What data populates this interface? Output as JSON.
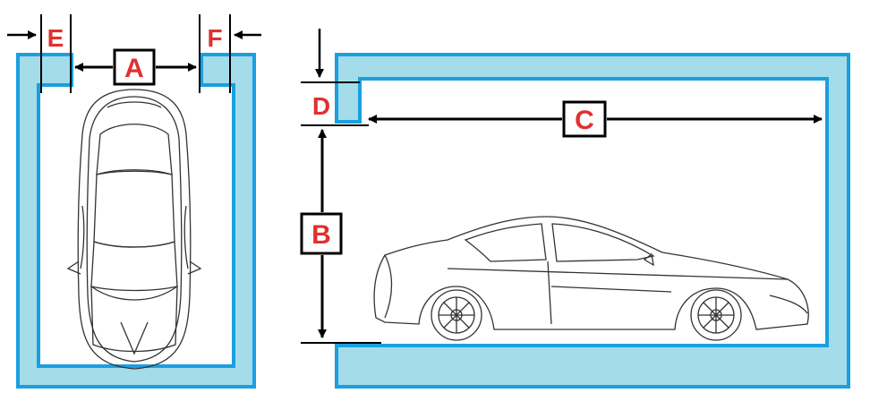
{
  "diagram": {
    "colors": {
      "wall_fill": "#a4dcea",
      "wall_stroke": "#1a9fe0",
      "label_text": "#e03030",
      "line": "#000000",
      "car_line": "#333333"
    },
    "labels": {
      "A": "A",
      "B": "B",
      "C": "C",
      "D": "D",
      "E": "E",
      "F": "F"
    },
    "views": {
      "top_view": {
        "content": "car-top-view"
      },
      "side_view": {
        "content": "car-side-view"
      }
    }
  }
}
